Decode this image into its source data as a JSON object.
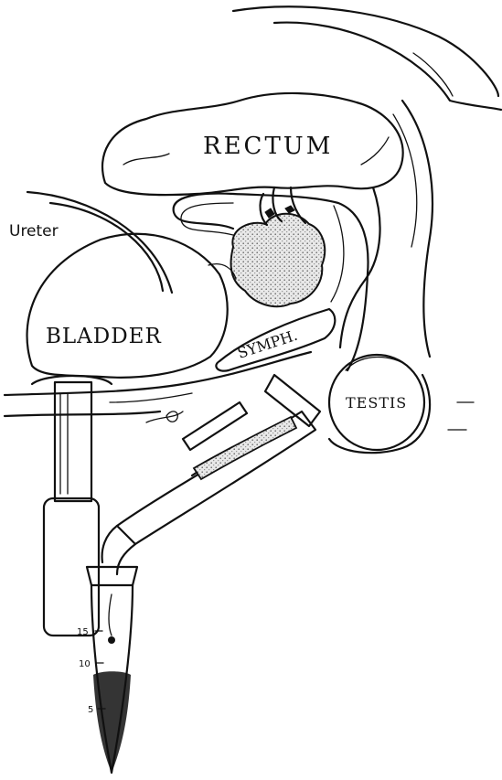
{
  "labels": {
    "rectum": "RECTUM",
    "ureter": "Ureter",
    "bladder": "BLADDER",
    "symph": "SYMPH.",
    "testis": "TESTIS"
  },
  "tube_scale": {
    "mark_15": "15",
    "mark_10": "10",
    "mark_5": "5"
  }
}
